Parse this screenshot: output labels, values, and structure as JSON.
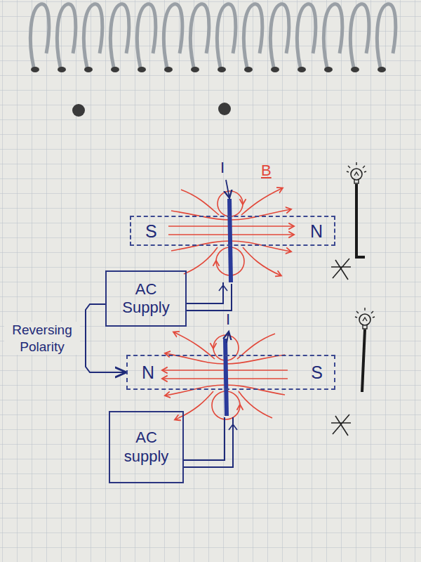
{
  "diagram": {
    "nodes": [
      {
        "text": [
          "S",
          "N"
        ]
      },
      {
        "text": [
          "AC Supply"
        ]
      },
      {
        "text": [
          "N",
          "S"
        ]
      },
      {
        "text": [
          "AC supply"
        ]
      }
    ],
    "edges": [
      {
        "from": 1,
        "to": 2,
        "arrow": "to",
        "label": "Reversing Polarity"
      }
    ],
    "labels": [
      "I",
      "B",
      "I"
    ]
  }
}
